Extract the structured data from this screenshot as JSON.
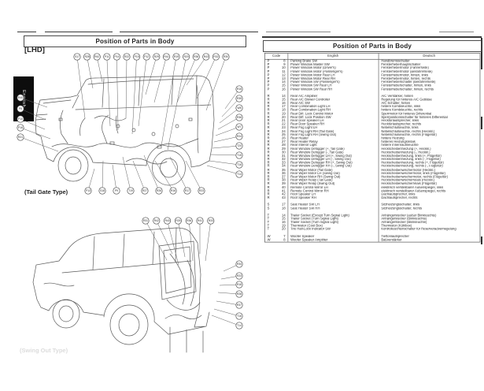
{
  "left_page": {
    "title": "Position of Parts in Body",
    "drive_label": "[LHD]",
    "side_tab": "English",
    "diagram_tailgate": {
      "caption": "(Tail Gate Type)",
      "callouts": {
        "top": [
          "S17",
          "R28",
          "R42",
          "P11",
          "P14",
          "R22",
          "P15",
          "P12",
          "R29",
          "R41",
          "R19",
          "R20",
          "R38",
          "R43",
          "R32",
          "R30"
        ],
        "left": [
          "R40",
          "P8",
          "P10",
          "P16",
          "R21"
        ],
        "right": [
          "R15",
          "R35",
          "W8",
          "R36",
          "W7",
          "R24",
          "T20",
          "T15",
          "T16",
          "T14"
        ],
        "bottom": [
          "P13",
          "S18",
          "P9",
          "T19",
          "R27",
          "R26",
          "R16",
          "R17",
          "R23"
        ]
      }
    },
    "diagram_swingout": {
      "caption": "(Swing Out Type)",
      "callouts": {
        "top": [
          "R31",
          "R42",
          "R43",
          "R25",
          "R36",
          "R41",
          "R33"
        ],
        "right": [
          "R34",
          "R23",
          "R18",
          "R28",
          "R37",
          "T16",
          "T14"
        ]
      }
    }
  },
  "right_page": {
    "title": "Position of Parts in Body",
    "table": {
      "headers": {
        "code": "Code",
        "english": "English",
        "german": "Deutsch"
      },
      "groups": [
        [
          [
            "P 8",
            "Parking Brake SW",
            "Handbremsschalter"
          ],
          [
            "P 9",
            "Power Window Master SW",
            "Fensterheberhauptschalter"
          ],
          [
            "P 10",
            "Power Window Motor (Driver's)",
            "Fensterhebermotor (Fahrerseite)"
          ],
          [
            "P 11",
            "Power Window Motor (Passenger's)",
            "Fensterhebermotor (Beifahrerseite)"
          ],
          [
            "P 12",
            "Power Window Motor Rear LH",
            "Fensterhebermotor, hinten, links"
          ],
          [
            "P 13",
            "Power Window Motor Rear RH",
            "Fensterhebermotor, hinten, rechts"
          ],
          [
            "P 14",
            "Power Window SW (Passenger's)",
            "Fensterheberschalter (Beifahrerseite)"
          ],
          [
            "P 15",
            "Power Window SW Rear LH",
            "Fensterheberschalter, hinten, links"
          ],
          [
            "P 16",
            "Power Window SW Rear RH",
            "Fensterheberschalter, hinten, rechts"
          ]
        ],
        [
          [
            "R 14",
            "Rear A/C Amplifier",
            "A/C Verstärker, hinten"
          ],
          [
            "R 15",
            "Rear A/C Blower Controller",
            "Regelung für hinteres A/C Gebläse"
          ],
          [
            "R 16",
            "Rear A/C SW",
            "A/C Schalter, hinten"
          ],
          [
            "R 17",
            "Rear Combination Light LH",
            "hintere Kombileuchte, links"
          ],
          [
            "R 18",
            "Rear Combination Light RH",
            "hintere Kombileuchte, rechts"
          ],
          [
            "R 19",
            "Rear Diff. Lock Control Motor",
            "Sperrmotor für hinteres Differential"
          ],
          [
            "R 20",
            "Rear Diff. Lock Position SW",
            "Sperrpositionsschalter für hinteres Differential"
          ],
          [
            "R 21",
            "Rear Door Speaker LH",
            "Hecktürlautsprecher, links"
          ],
          [
            "R 22",
            "Rear Door Speaker RH",
            "Hecktürlautsprecher, rechts"
          ],
          [
            "R 23",
            "Rear Fog Light LH",
            "Nebelschlußleuchte, links"
          ],
          [
            "R 24",
            "Rear Fog Light RH (Tail Gate)",
            "Nebelschlußleuchte, rechts (Heckkl.)"
          ],
          [
            "R 25",
            "Rear Fog Light RH (Swing Out)",
            "Nebelschlußleuchte, rechts (Flügeltür)"
          ],
          [
            "R 26",
            "Rear Heater",
            "hintere Heizung"
          ],
          [
            "R 27",
            "Rear Heater Relay",
            "hinteres Heizungsrelais"
          ],
          [
            "R 28",
            "Rear Interior Light",
            "hintere Innenraumleuchte"
          ],
          [
            "R 29",
            "Rear Window Defogger (+, Tail Gate)",
            "Heckscheibenheizung (+, Heckkl.)"
          ],
          [
            "R 30",
            "Rear Window Defogger (-, Tail Gate)",
            "Heckscheibenheizung (-, Heckkl.)"
          ],
          [
            "R 31",
            "Rear Window Defogger LH (+, Swing Out)",
            "Heckscheibenheizung, links (+, Flügeltür)"
          ],
          [
            "R 32",
            "Rear Window Defogger LH (-, Swing Out)",
            "Heckscheibenheizung, links (-, Flügeltür)"
          ],
          [
            "R 33",
            "Rear Window Defogger RH (+, Swing Out)",
            "Heckscheibenheizung, rechts (+, Flügeltür)"
          ],
          [
            "R 34",
            "Rear Window Defogger RH (-, Swing Out)",
            "Heckscheibenheizung, rechts (-, Flügeltür)"
          ],
          [
            "R 35",
            "Rear Wiper Motor (Tail Gate)",
            "Heckscheibenwischermotor (Heckkl.)"
          ],
          [
            "R 36",
            "Rear Wiper Motor LH (Swing Out)",
            "Heckscheibenwischermotor, links (Flügeltür)"
          ],
          [
            "R 37",
            "Rear Wiper Motor RH (Swing Out)",
            "Heckscheibenwischermotor, rechts (Flügeltür)"
          ],
          [
            "R 38",
            "Rear Wiper Relay (Tail Gate)",
            "Heckscheibenwischerrelais (Heckkl.)"
          ],
          [
            "R 39",
            "Rear Wiper Relay (Swing Out)",
            "Heckscheibenwischerrelais (Flügeltür)"
          ],
          [
            "R 40",
            "Remote Control Mirror LH",
            "elektrisch verstellbarer Außenspiegel, links"
          ],
          [
            "R 41",
            "Remote Control Mirror RH",
            "elektrisch verstellbarer Außenspiegel, rechts"
          ],
          [
            "R 42",
            "Roof Speaker LH",
            "Dachlautsprecher, links"
          ],
          [
            "R 43",
            "Roof Speaker RH",
            "Dachlautsprecher, rechts"
          ]
        ],
        [
          [
            "S 17",
            "Seat Heater SW LH",
            "Sitzheizungsschalter, links"
          ],
          [
            "S 18",
            "Seat Heater SW RH",
            "Sitzheizungsschalter, rechts"
          ]
        ],
        [
          [
            "T 14",
            "Trailer Socket (Except Turn Signal Light)",
            "Anhängerstecker (außer Blinkleuchte)"
          ],
          [
            "T 15",
            "Trailer Socket (Turn Signal Light)",
            "Anhängerstecker (Blinkleuchte)"
          ],
          [
            "T 16",
            "Trailer Socket (Turn Signal Light)",
            "Anhängerstecker (Blinkleuchte)"
          ],
          [
            "T 19",
            "Thermistor (Cool Box)",
            "Thermistor (Kühlbox)"
          ],
          [
            "T 20",
            "Tire Half-Lock Indicator SW",
            "Kontrolleuchtenschalter für Reserveradverriegelung"
          ]
        ],
        [
          [
            "W 7",
            "Woofer Speaker",
            "Tieftonlautsprecher"
          ],
          [
            "W 8",
            "Woofer Speaker Amplifier",
            "Baßverstärker"
          ]
        ]
      ]
    }
  }
}
